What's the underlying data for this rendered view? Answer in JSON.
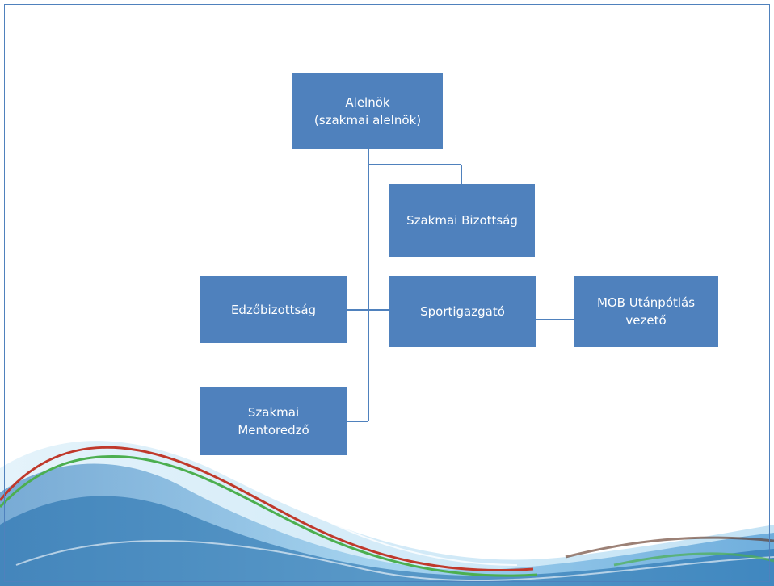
{
  "colors": {
    "box_fill": "#4f81bd",
    "box_text": "#ffffff",
    "connector": "#4f81bd",
    "border": "#4f81bd"
  },
  "nodes": {
    "alelnok": {
      "line1": "Alelnök",
      "line2": "(szakmai alelnök)"
    },
    "szakmai_bizottsag": {
      "label": "Szakmai Bizottság"
    },
    "edzobizottsag": {
      "label": "Edzőbizottság"
    },
    "sportigazgato": {
      "label": "Sportigazgató"
    },
    "mob": {
      "line1": "MOB Utánpótlás",
      "line2": "vezető"
    },
    "mentoredzo": {
      "line1": "Szakmai",
      "line2": "Mentoredző"
    }
  }
}
